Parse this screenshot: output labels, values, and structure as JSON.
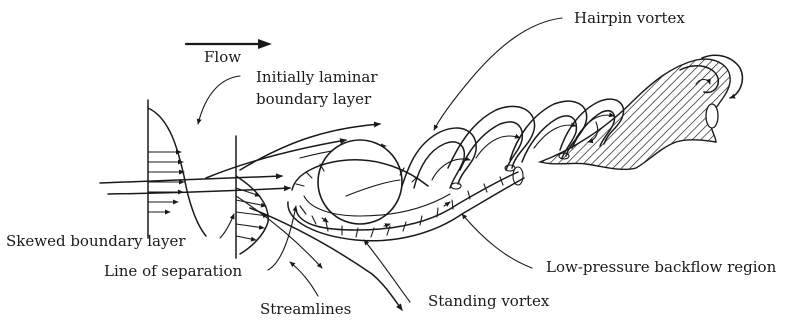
{
  "labels": {
    "flow": "Flow",
    "laminar_line1": "Initially laminar",
    "laminar_line2": "boundary layer",
    "hairpin": "Hairpin vortex",
    "skewed": "Skewed boundary layer",
    "separation": "Line of separation",
    "streamlines": "Streamlines",
    "standing": "Standing vortex",
    "backflow": "Low-pressure backflow region"
  }
}
